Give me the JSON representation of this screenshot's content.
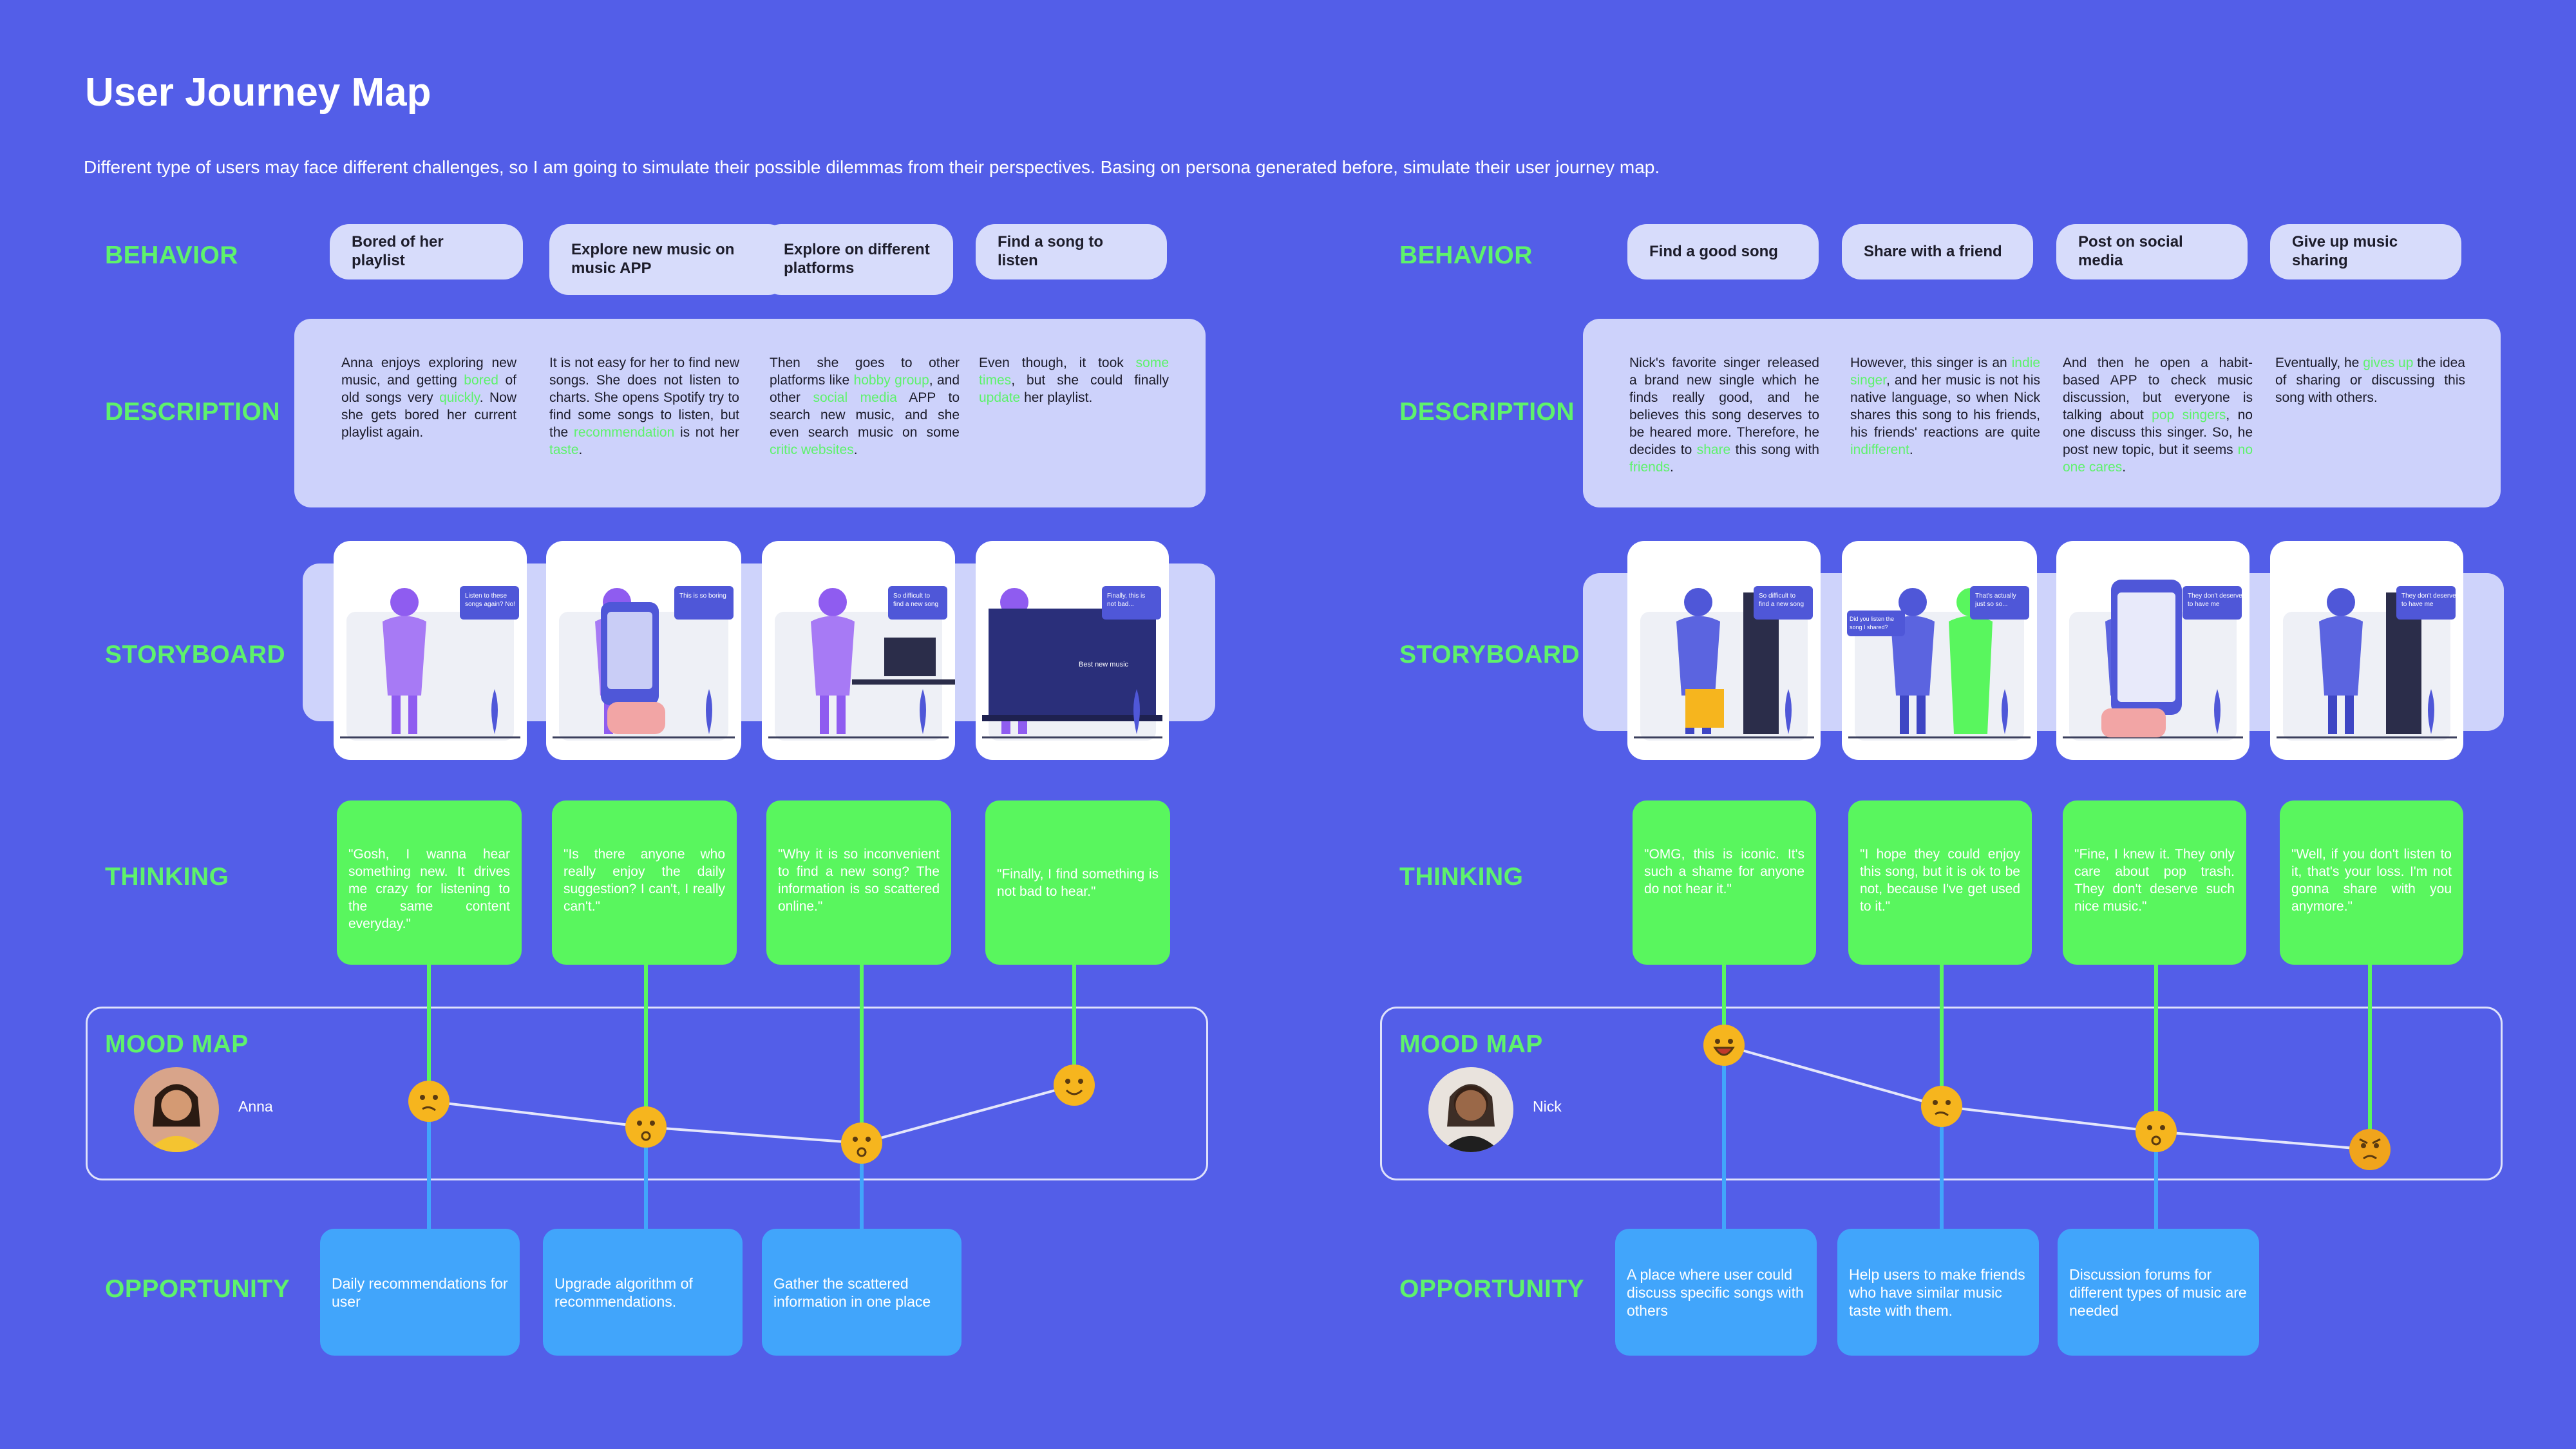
{
  "title": "User Journey Map",
  "subtitle": "Different type of users may face different challenges, so I am going to simulate their possible  dilemmas  from their perspectives. Basing on persona generated before, simulate their user journey map.",
  "row_labels": {
    "behavior": "BEHAVIOR",
    "description": "DESCRIPTION",
    "storyboard": "STORYBOARD",
    "thinking": "THINKING",
    "mood_map": "MOOD MAP",
    "opportunity": "OPPORTUNITY"
  },
  "colors": {
    "background": "#535ee8",
    "green": "#59f65e",
    "blue_box": "#41a5fb",
    "panel": "#cdd2fb",
    "emoji": "#f6b51e"
  },
  "anna": {
    "name": "Anna",
    "behaviors": [
      "Bored of her playlist",
      "Explore new music on music APP",
      "Explore on different platforms",
      "Find a song to listen"
    ],
    "descriptions": [
      [
        "Anna enjoys exploring new music, and getting ",
        "bored",
        " of old songs very ",
        "quickly",
        ". Now she gets bored her current playlist again."
      ],
      [
        "It is not easy for her to find new songs. She does not listen to charts. She opens Spotify try to find some songs to listen, but the ",
        "recommendation",
        " is not her ",
        "taste",
        "."
      ],
      [
        "Then she goes to other platforms like ",
        "hobby group",
        ", and other ",
        "social media",
        " APP to search new music, and she even search music on some ",
        "critic websites",
        "."
      ],
      [
        "Even though, it took ",
        "some times",
        ", but she could finally ",
        "update",
        " her playlist."
      ]
    ],
    "storyboard_bubbles": [
      "Listen to these songs again? No!",
      "This is so boring",
      "So difficult to find a new song",
      "Finally, this is not bad..."
    ],
    "storyboard_extra": "Best new music",
    "thoughts": [
      "\"Gosh, I wanna hear something new. It drives me crazy for listening to the same content everyday.\"",
      "\"Is there anyone who really enjoy the daily suggestion? I can't, I really can't.\"",
      "\"Why it is so inconvenient to find a new song? The information is so scattered online.\"",
      "\"Finally, I find something is not bad to hear.\""
    ],
    "mood": [
      -0.4,
      -1.0,
      -1.5,
      0.5
    ],
    "mood_faces": [
      "confused",
      "sad",
      "worried",
      "smile"
    ],
    "opportunities": [
      "Daily recommendations for user",
      "Upgrade algorithm of recommendations.",
      "Gather the scattered information in one place"
    ]
  },
  "nick": {
    "name": "Nick",
    "behaviors": [
      "Find  a good song",
      "Share with a friend",
      "Post on social media",
      "Give up music sharing"
    ],
    "descriptions": [
      [
        "Nick's favorite singer released a brand new single which he finds really good, and he believes this song deserves to be heared more. Therefore, he decides to ",
        "share",
        " this song with ",
        "friends",
        "."
      ],
      [
        "However, this singer is an ",
        "indie singer",
        ", and her music is not his native language, so when Nick shares this song to his friends, his friends' reactions are quite ",
        "indifferent",
        "."
      ],
      [
        "And then he open a habit-based APP to check music discussion, but everyone is talking about ",
        "pop singers",
        ", no one discuss this singer. So, he post new topic, but it seems ",
        "no one cares",
        "."
      ],
      [
        "Eventually, he ",
        "gives up",
        " the idea of sharing or discussing this song with others."
      ]
    ],
    "storyboard_bubbles": [
      "So difficult to find a new song",
      "That's actually just so so...",
      "They don't deserve to have me",
      "They don't deserve to have me"
    ],
    "storyboard_extra": "Did you listen the song I shared?",
    "thoughts": [
      "\"OMG, this is iconic. It's such a shame for anyone do not hear it.\"",
      "\"I hope they could enjoy this song, but it is ok to be not, because I've get used to it.\"",
      "\"Fine, I knew it. They only care about pop trash. They don't deserve such nice music.\"",
      "\"Well, if you don't listen to it, that's your loss. I'm not gonna share with you anymore.\""
    ],
    "mood": [
      1.5,
      -0.5,
      -1.0,
      -1.5
    ],
    "mood_faces": [
      "laugh",
      "confused",
      "sad",
      "angry"
    ],
    "opportunities": [
      "A place where user could discuss specific songs with others",
      "Help users to make friends who have similar music taste with them.",
      "Discussion forums for different types of music are needed"
    ]
  }
}
